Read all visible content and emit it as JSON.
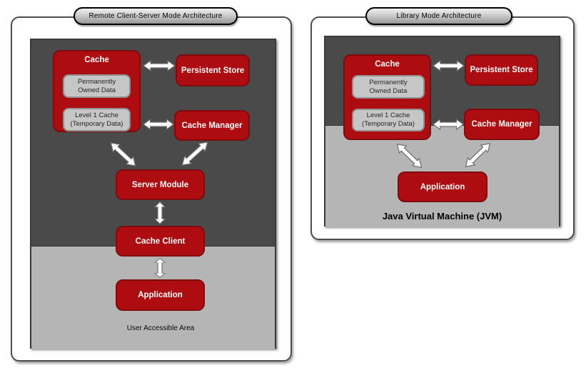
{
  "left": {
    "banner": "Remote Client-Server Mode Architecture",
    "cache_title": "Cache",
    "owned_data": "Permanently\nOwned Data",
    "l1_cache": "Level 1 Cache\n(Temporary Data)",
    "persistent_store": "Persistent Store",
    "cache_manager": "Cache Manager",
    "server_module": "Server Module",
    "cache_client": "Cache Client",
    "application": "Application",
    "area_label": "User Accessible Area"
  },
  "right": {
    "banner": "Library Mode Architecture",
    "cache_title": "Cache",
    "owned_data": "Permanently\nOwned Data",
    "l1_cache": "Level 1 Cache\n(Temporary Data)",
    "persistent_store": "Persistent Store",
    "cache_manager": "Cache Manager",
    "application": "Application",
    "area_label": "Java Virtual Machine (JVM)"
  },
  "colors": {
    "node_red": "#ad0c10",
    "node_red_border": "#7e0c0f",
    "dark_area": "#4a4a4a",
    "light_area": "#b5b5b5",
    "subnode_fill": "#c6c6c6",
    "subnode_border": "#919191",
    "arrow_fill": "#ffffff",
    "arrow_outline": "#6e6e6e"
  }
}
